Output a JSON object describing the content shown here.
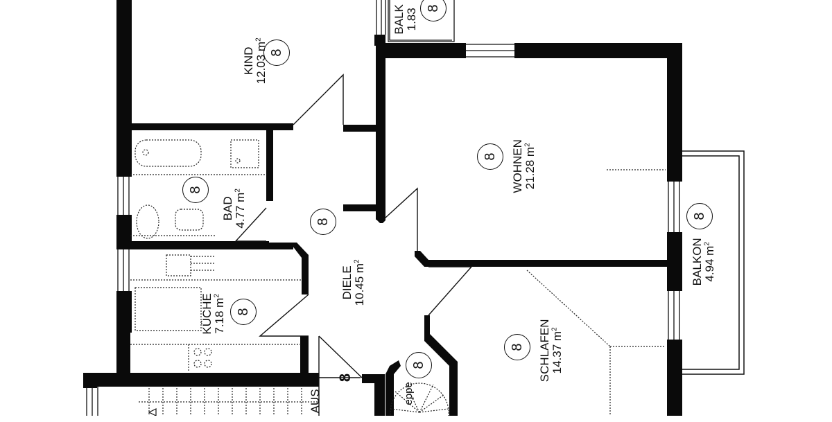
{
  "plan": {
    "wall_color": "#0a0a0a",
    "line_color": "#111111",
    "background": "#ffffff",
    "rooms": [
      {
        "id": "kind",
        "name": "KIND",
        "area": "12.03 m",
        "unit_sup": "2",
        "marker": "8"
      },
      {
        "id": "bad",
        "name": "BAD",
        "area": "4.77 m",
        "unit_sup": "2",
        "marker": "8"
      },
      {
        "id": "kueche",
        "name": "KÜCHE",
        "area": "7.18 m",
        "unit_sup": "2",
        "marker": "8"
      },
      {
        "id": "diele",
        "name": "DIELE",
        "area": "10.45 m",
        "unit_sup": "2",
        "marker": "8"
      },
      {
        "id": "wohnen",
        "name": "WOHNEN",
        "area": "21.28 m",
        "unit_sup": "2",
        "marker": "8"
      },
      {
        "id": "schlafen",
        "name": "SCHLAFEN",
        "area": "14.37 m",
        "unit_sup": "2",
        "marker": "8"
      },
      {
        "id": "balkon",
        "name": "BALKON",
        "area": "4.94 m",
        "unit_sup": "2",
        "marker": "8"
      },
      {
        "id": "balkon_small",
        "name": "BALK",
        "area": "1.83",
        "unit_sup": "",
        "marker": "8"
      }
    ],
    "stair": {
      "label": "eppe",
      "marker": "8"
    },
    "stairwell_label": "AUS",
    "door_marker": "8"
  }
}
